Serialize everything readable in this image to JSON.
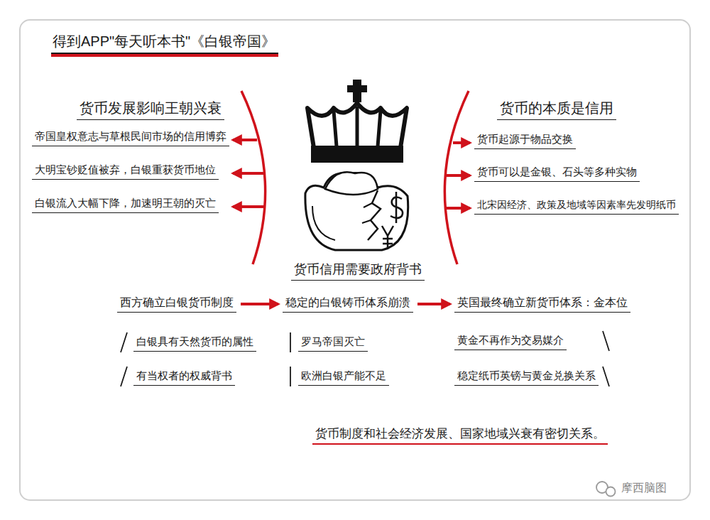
{
  "diagram": {
    "title": "得到APP\"每天听本书\"《白银帝国》",
    "nodes": [
      {
        "text": [
          "西方确立白银货币制度"
        ]
      },
      {
        "text": [
          "稳定的白银铸币体系崩溃"
        ]
      },
      {
        "text": [
          "英国最终确立新货币体系：金本位"
        ]
      }
    ],
    "edges": [
      {
        "from": 0,
        "to": 1,
        "arrow": "to"
      },
      {
        "from": 1,
        "to": 2,
        "arrow": "to"
      }
    ],
    "labels": [
      "货币发展影响王朝兴衰",
      "帝国皇权意志与草根民间市场的信用博弈",
      "大明宝钞贬值被弃，白银重获货币地位",
      "白银流入大幅下降，加速明王朝的灭亡",
      "货币的本质是信用",
      "货币起源于物品交换",
      "货币可以是金银、石头等多种实物",
      "北宋因经济、政策及地域等因素率先发明纸币",
      "货币信用需要政府背书",
      "白银具有天然货币的属性",
      "有当权者的权威背书",
      "罗马帝国灭亡",
      "欧洲白银产能不足",
      "黄金不再作为交易媒介",
      "稳定纸币英镑与黄金兑换关系",
      "货币制度和社会经济发展、国家地域兴衰有密切关系。",
      "摩西脑图"
    ]
  }
}
